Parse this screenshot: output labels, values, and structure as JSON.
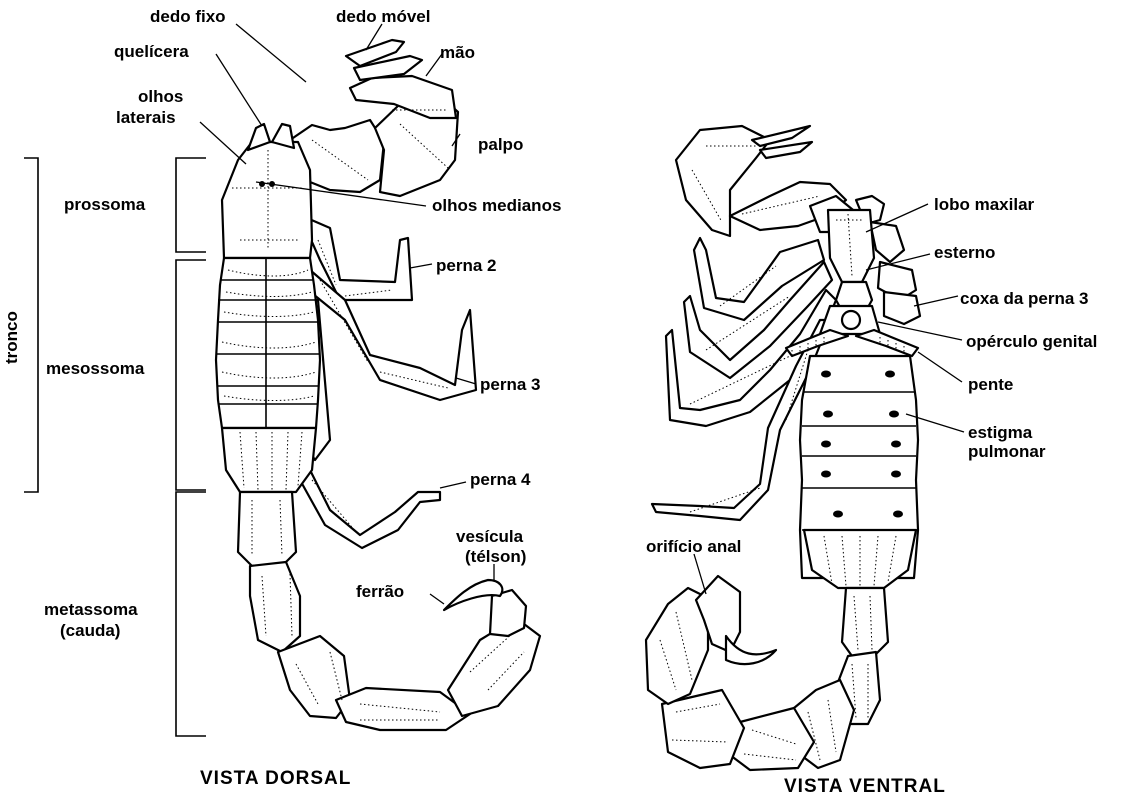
{
  "dorsal": {
    "caption": "VISTA DORSAL",
    "labels": {
      "dedo_fixo": "dedo fixo",
      "dedo_movel": "dedo móvel",
      "quelicera": "quelícera",
      "mao": "mão",
      "olhos_laterais_1": "olhos",
      "olhos_laterais_2": "laterais",
      "palpo": "palpo",
      "olhos_medianos": "olhos medianos",
      "perna_2": "perna 2",
      "perna_3": "perna 3",
      "perna_4": "perna 4",
      "vesicula_1": "vesícula",
      "vesicula_2": "(télson)",
      "ferrao": "ferrão"
    },
    "regions": {
      "tronco": "tronco",
      "prossoma": "prossoma",
      "mesossoma": "mesossoma",
      "metassoma_1": "metassoma",
      "metassoma_2": "(cauda)"
    }
  },
  "ventral": {
    "caption": "VISTA VENTRAL",
    "labels": {
      "lobo_maxilar": "lobo maxilar",
      "esterno": "esterno",
      "coxa": "coxa da perna 3",
      "operculo": "opérculo genital",
      "pente": "pente",
      "estigma_1": "estigma",
      "estigma_2": "pulmonar",
      "orificio": "orifício anal"
    }
  }
}
